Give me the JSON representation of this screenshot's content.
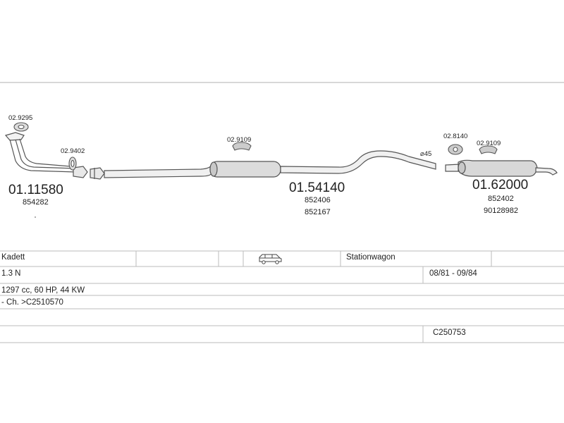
{
  "parts": {
    "clamp_top": "02.9295",
    "front_pipe": "01.11580",
    "front_pipe_ref": "854282",
    "gasket_front": "02.9402",
    "hanger_mid": "02.9109",
    "middle_section": "01.54140",
    "middle_section_ref_1": "852406",
    "middle_section_ref_2": "852167",
    "diameter": "⌀45",
    "rubber_mount": "02.8140",
    "hanger_rear": "02.9109",
    "rear_silencer": "01.62000",
    "rear_silencer_ref_1": "852402",
    "rear_silencer_ref_2": "90128982"
  },
  "vehicle": {
    "model": "Kadett",
    "body_type": "Stationwagon",
    "engine": "1.3 N",
    "production_years": "08/81 - 09/84",
    "specs": "1297 cc, 60 HP, 44 KW",
    "chassis": "- Ch. >C2510570",
    "catalog_code": "C250753"
  },
  "icons": {
    "body_icon": "station-wagon-car-icon",
    "line_color": "#555555",
    "grid_color": "#bbbbbb"
  }
}
